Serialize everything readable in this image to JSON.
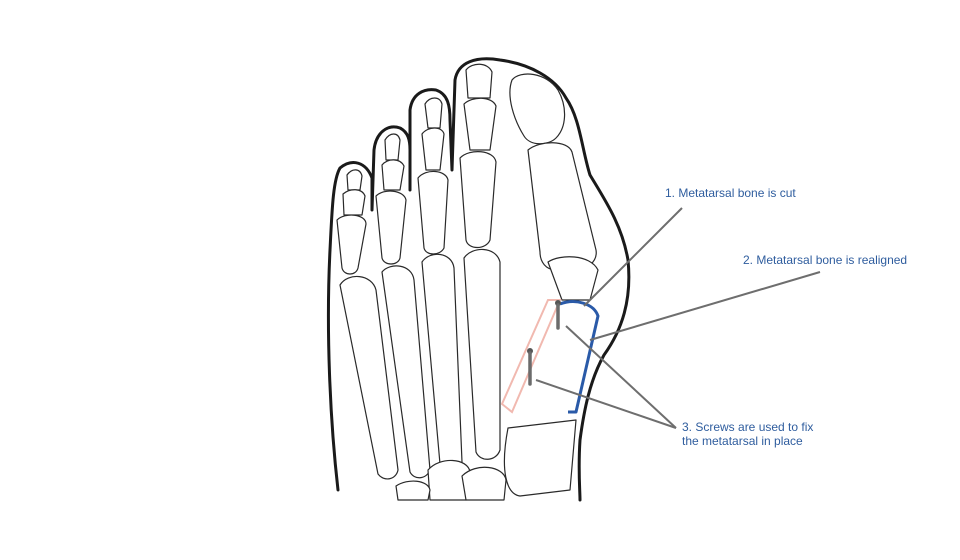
{
  "annotations": {
    "cut": "1. Metatarsal bone is cut",
    "realigned": "2. Metatarsal bone is realigned",
    "screws_line1": "3. Screws are used to fix",
    "screws_line2": "the metatarsal in place"
  },
  "colors": {
    "label_text": "#2f5d9e",
    "realigned_outline": "#2a5aa8",
    "original_position_outline": "#f1b9b0",
    "leader_line": "#6e6e6e",
    "foot_outline": "#1a1a1a"
  }
}
